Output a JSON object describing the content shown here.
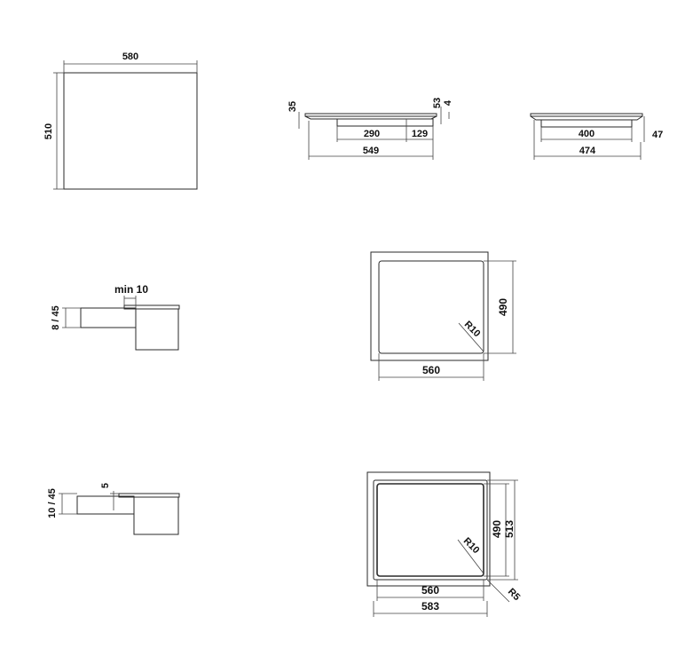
{
  "dimensions": {
    "top_width": "580",
    "top_depth": "510",
    "side_height_35": "35",
    "side_53": "53",
    "side_4": "4",
    "side_290": "290",
    "side_129": "129",
    "side_549": "549",
    "front_400": "400",
    "front_47": "47",
    "front_474": "474",
    "flush_min": "min 10",
    "flush_thickness": "8 / 45",
    "cutout_depth": "490",
    "cutout_radius": "R10",
    "cutout_width": "560",
    "inset_5": "5",
    "inset_thickness": "10 / 45",
    "rebate_depth_inner": "490",
    "rebate_depth_outer": "513",
    "rebate_radius_inner": "R10",
    "rebate_width_inner": "560",
    "rebate_radius_outer": "R5",
    "rebate_width_outer": "583"
  }
}
